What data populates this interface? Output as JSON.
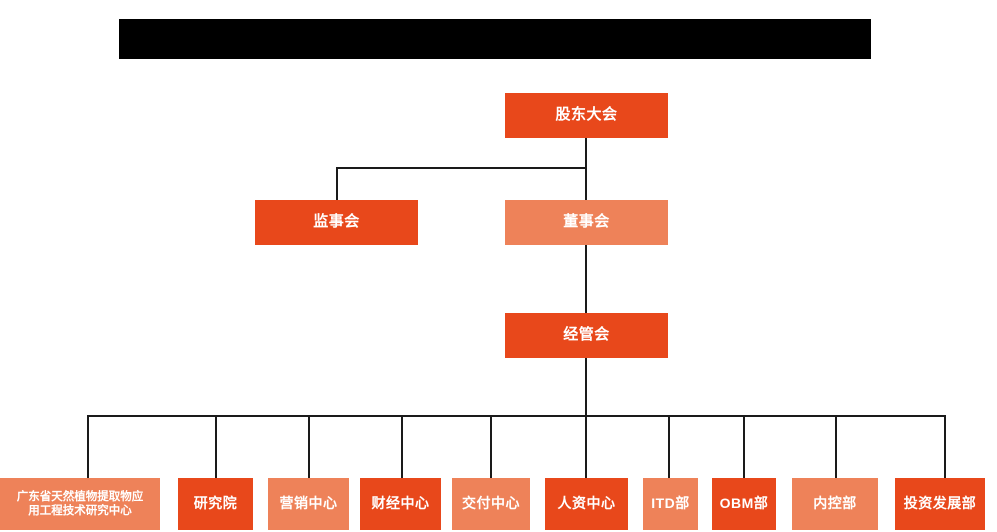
{
  "page": {
    "background_color": "#ffffff",
    "title_bar": {
      "name": "redacted-title-bar",
      "color": "#000000",
      "text": ""
    }
  },
  "colors": {
    "node_dark": "#E8481B",
    "node_light": "#EE8259",
    "connector": "#1a1a1a",
    "text": "#ffffff"
  },
  "chart_data": {
    "type": "diagram",
    "subtype": "organization-chart",
    "title": "",
    "levels": [
      {
        "level": 1,
        "nodes": [
          {
            "id": "shareholders",
            "label": "股东大会",
            "fill": "#E8481B"
          }
        ]
      },
      {
        "level": 2,
        "nodes": [
          {
            "id": "supervisory",
            "label": "监事会",
            "fill": "#E8481B",
            "parent": "shareholders"
          },
          {
            "id": "board",
            "label": "董事会",
            "fill": "#EE8259",
            "parent": "shareholders"
          }
        ]
      },
      {
        "level": 3,
        "nodes": [
          {
            "id": "mgmt",
            "label": "经管会",
            "fill": "#E8481B",
            "parent": "board"
          }
        ]
      },
      {
        "level": 4,
        "nodes": [
          {
            "id": "gd-center",
            "label": "广东省天然植物提取物应\n用工程技术研究中心",
            "label_line1": "广东省天然植物提取物应",
            "label_line2": "用工程技术研究中心",
            "fill": "#EE8259",
            "parent": "mgmt"
          },
          {
            "id": "research-institute",
            "label": "研究院",
            "fill": "#E8481B",
            "parent": "mgmt"
          },
          {
            "id": "marketing-center",
            "label": "营销中心",
            "fill": "#EE8259",
            "parent": "mgmt"
          },
          {
            "id": "finance-center",
            "label": "财经中心",
            "fill": "#E8481B",
            "parent": "mgmt"
          },
          {
            "id": "delivery-center",
            "label": "交付中心",
            "fill": "#EE8259",
            "parent": "mgmt"
          },
          {
            "id": "hr-center",
            "label": "人资中心",
            "fill": "#E8481B",
            "parent": "mgmt"
          },
          {
            "id": "itd-dept",
            "label": "ITD部",
            "fill": "#EE8259",
            "parent": "mgmt"
          },
          {
            "id": "obm-dept",
            "label": "OBM部",
            "fill": "#E8481B",
            "parent": "mgmt"
          },
          {
            "id": "internal-control-dept",
            "label": "内控部",
            "fill": "#EE8259",
            "parent": "mgmt"
          },
          {
            "id": "investment-dev-dept",
            "label": "投资发展部",
            "fill": "#E8481B",
            "parent": "mgmt"
          }
        ]
      }
    ]
  }
}
